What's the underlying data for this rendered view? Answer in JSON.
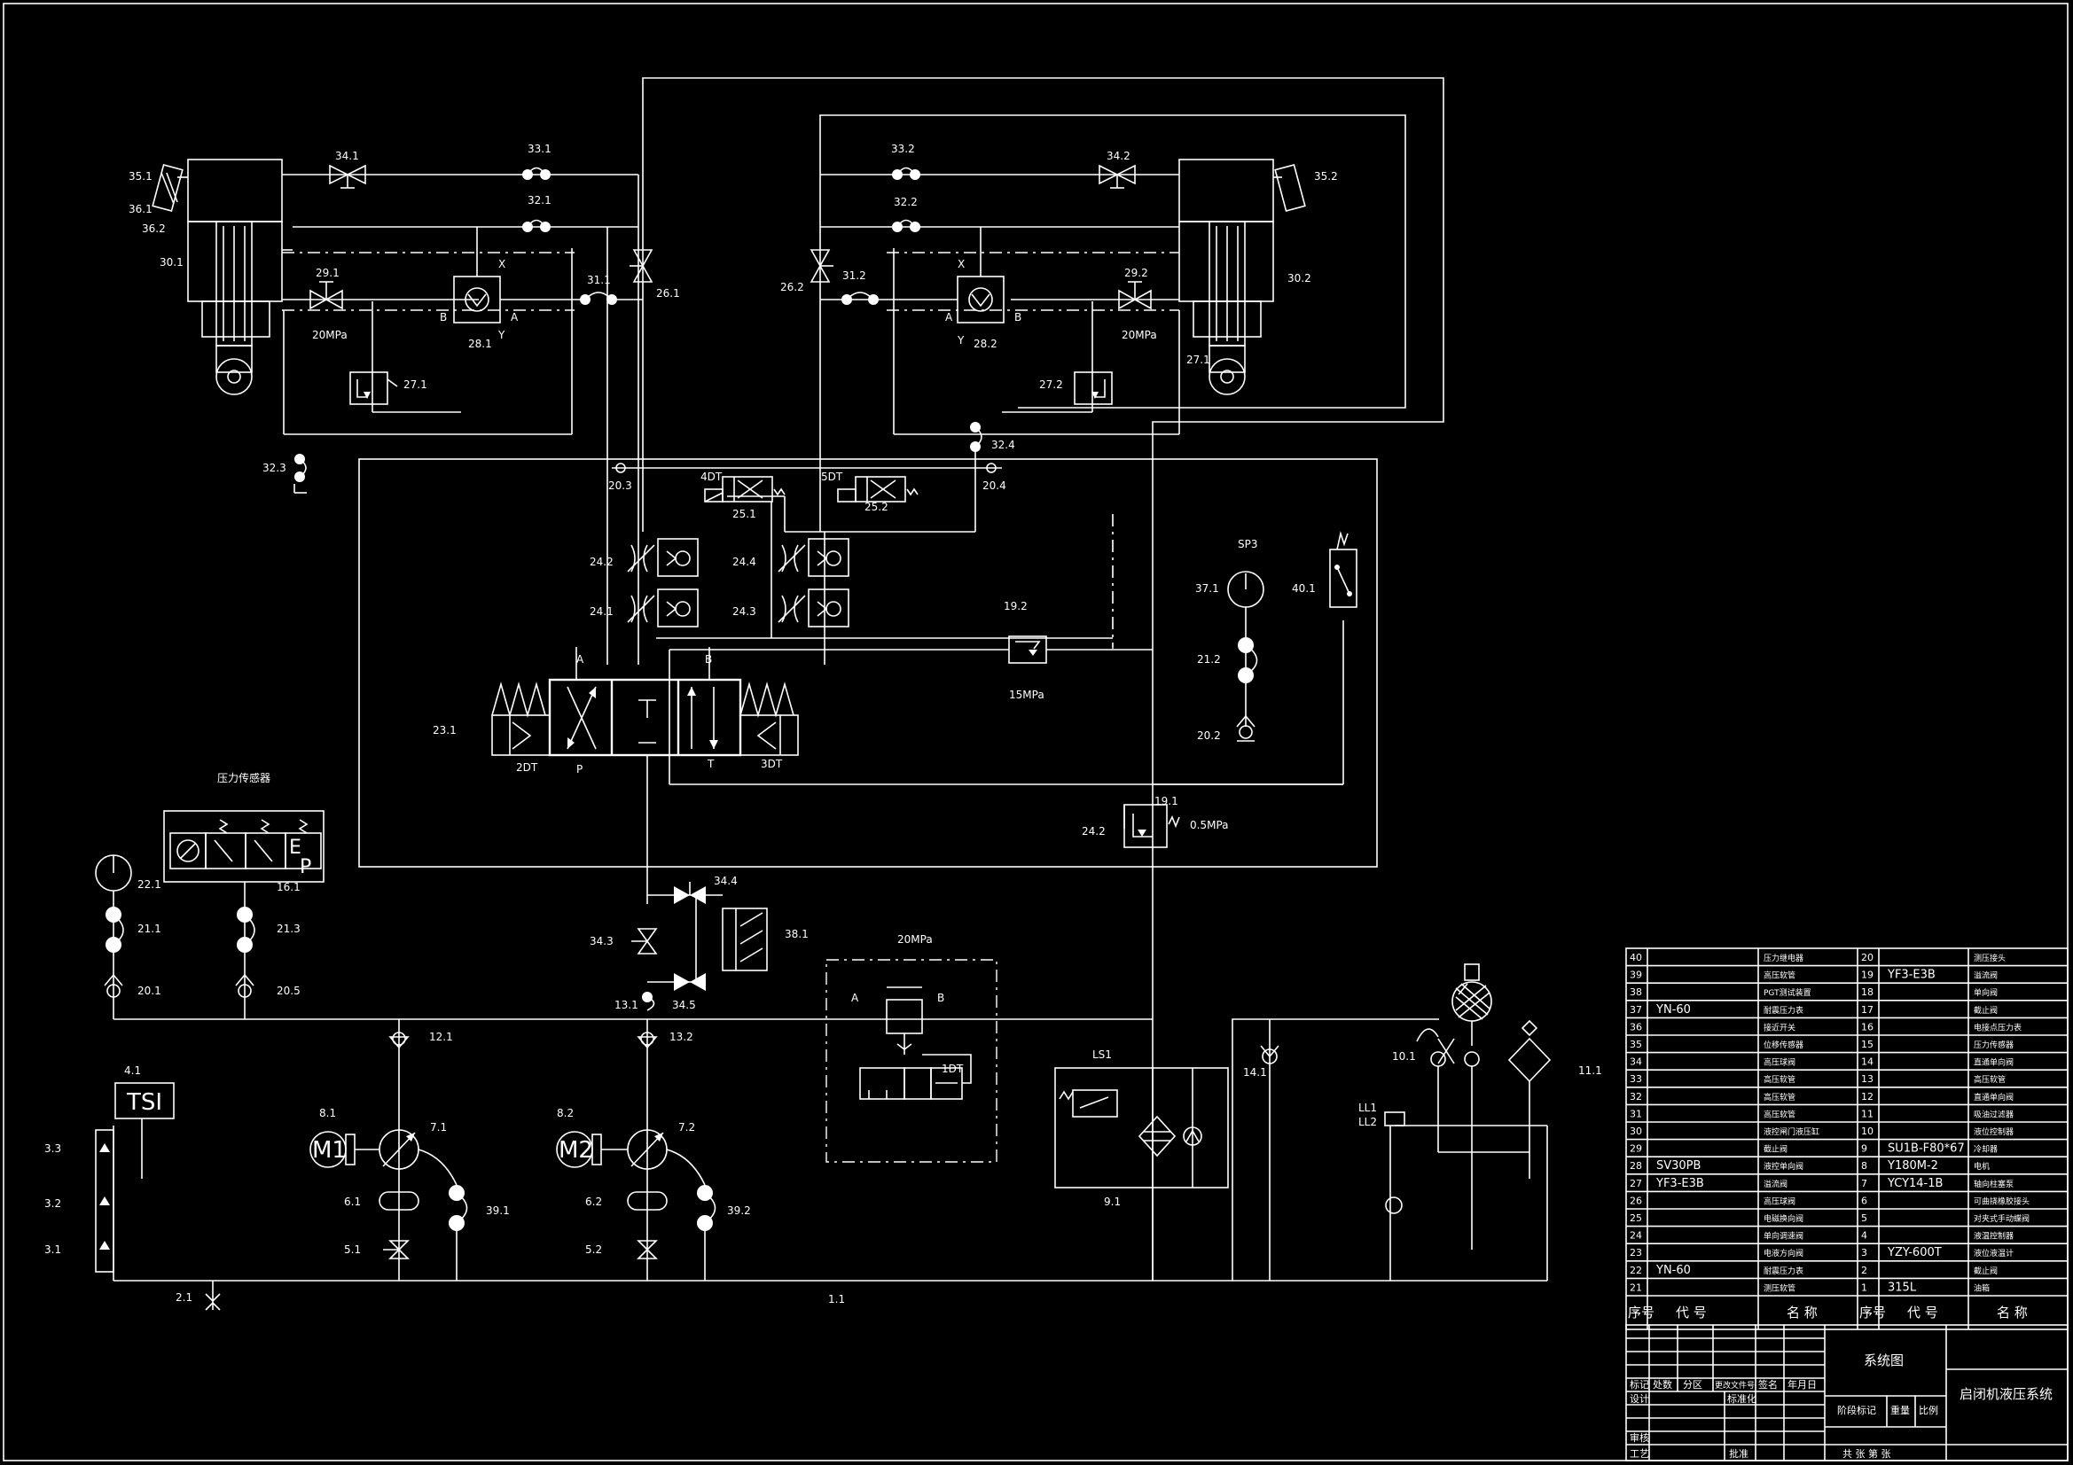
{
  "labels": {
    "l35_1": "35.1",
    "l36_1": "36.1",
    "l36_2": "36.2",
    "l30_1": "30.1",
    "l34_1": "34.1",
    "l33_1": "33.1",
    "l32_1": "32.1",
    "l29_1": "29.1",
    "l20MPa_l": "20MPa",
    "l27_1": "27.1",
    "l28_1": "28.1",
    "l31_1": "31.1",
    "l26_1": "26.1",
    "l32_3": "32.3",
    "l33_2": "33.2",
    "l34_2": "34.2",
    "l35_2": "35.2",
    "l32_2": "32.2",
    "l26_2": "26.2",
    "l31_2": "31.2",
    "l28_2": "28.2",
    "l29_2": "29.2",
    "l20MPa_r": "20MPa",
    "l27_2": "27.2",
    "l27_1b": "27.1",
    "l30_2": "30.2",
    "l32_4": "32.4",
    "l20_3": "20.3",
    "l20_4": "20.4",
    "l4DT": "4DT",
    "l5DT": "5DT",
    "l25_1": "25.1",
    "l25_2": "25.2",
    "l24_2": "24.2",
    "l24_1": "24.1",
    "l24_4": "24.4",
    "l24_3": "24.3",
    "l19_2": "19.2",
    "l15MPa": "15MPa",
    "lSP3": "SP3",
    "l37_1": "37.1",
    "l40_1": "40.1",
    "l21_2": "21.2",
    "l20_2": "20.2",
    "lA": "A",
    "lB": "B",
    "lP": "P",
    "lT": "T",
    "l2DT": "2DT",
    "l3DT": "3DT",
    "l23_1": "23.1",
    "l19_1": "19.1",
    "l05MPa": "0.5MPa",
    "l24_2b": "24.2",
    "lPressureSensor": "压力传感器",
    "l22_1": "22.1",
    "l16_1": "16.1",
    "l21_1": "21.1",
    "l21_3": "21.3",
    "l20_1": "20.1",
    "l20_5": "20.5",
    "lE": "E",
    "lPbox": "P",
    "l34_4": "34.4",
    "l34_3": "34.3",
    "l38_1": "38.1",
    "l13_1": "13.1",
    "l34_5": "34.5",
    "l20MPa_c": "20MPa",
    "lA2": "A",
    "lB2": "B",
    "l1DT": "1DT",
    "l12_1": "12.1",
    "l13_2": "13.2",
    "l7_1": "7.1",
    "l7_2": "7.2",
    "l8_1": "8.1",
    "l8_2": "8.2",
    "lM1": "M1",
    "lM2": "M2",
    "l6_1": "6.1",
    "l6_2": "6.2",
    "l5_1": "5.1",
    "l5_2": "5.2",
    "l39_1": "39.1",
    "l39_2": "39.2",
    "l4_1": "4.1",
    "lTSI": "TSI",
    "l3_3": "3.3",
    "l3_2": "3.2",
    "l3_1": "3.1",
    "l2_1": "2.1",
    "l1_1": "1.1",
    "lLS1": "LS1",
    "l9_1": "9.1",
    "l14_1": "14.1",
    "l10_1": "10.1",
    "l11_1": "11.1",
    "lLL1": "LL1",
    "lLL2": "LL2"
  },
  "parts_table": {
    "left_rows": [
      {
        "no": "40",
        "code": "",
        "name": "压力继电器"
      },
      {
        "no": "39",
        "code": "",
        "name": "高压软管"
      },
      {
        "no": "38",
        "code": "",
        "name": "PGT测试装置"
      },
      {
        "no": "37",
        "code": "YN-60",
        "name": "耐震压力表"
      },
      {
        "no": "36",
        "code": "",
        "name": "接近开关"
      },
      {
        "no": "35",
        "code": "",
        "name": "位移传感器"
      },
      {
        "no": "34",
        "code": "",
        "name": "高压球阀"
      },
      {
        "no": "33",
        "code": "",
        "name": "高压软管"
      },
      {
        "no": "32",
        "code": "",
        "name": "高压软管"
      },
      {
        "no": "31",
        "code": "",
        "name": "高压软管"
      },
      {
        "no": "30",
        "code": "",
        "name": "液控闸门液压缸"
      },
      {
        "no": "29",
        "code": "",
        "name": "截止阀"
      },
      {
        "no": "28",
        "code": "SV30PB",
        "name": "液控单向阀"
      },
      {
        "no": "27",
        "code": "YF3-E3B",
        "name": "溢流阀"
      },
      {
        "no": "26",
        "code": "",
        "name": "高压球阀"
      },
      {
        "no": "25",
        "code": "",
        "name": "电磁换向阀"
      },
      {
        "no": "24",
        "code": "",
        "name": "单向调速阀"
      },
      {
        "no": "23",
        "code": "",
        "name": "电液方向阀"
      },
      {
        "no": "22",
        "code": "YN-60",
        "name": "耐震压力表"
      },
      {
        "no": "21",
        "code": "",
        "name": "测压软管"
      }
    ],
    "right_rows": [
      {
        "no": "20",
        "code": "",
        "name": "测压接头"
      },
      {
        "no": "19",
        "code": "YF3-E3B",
        "name": "溢流阀"
      },
      {
        "no": "18",
        "code": "",
        "name": "单向阀"
      },
      {
        "no": "17",
        "code": "",
        "name": "截止阀"
      },
      {
        "no": "16",
        "code": "",
        "name": "电接点压力表"
      },
      {
        "no": "15",
        "code": "",
        "name": "压力传感器"
      },
      {
        "no": "14",
        "code": "",
        "name": "直通单向阀"
      },
      {
        "no": "13",
        "code": "",
        "name": "高压软管"
      },
      {
        "no": "12",
        "code": "",
        "name": "直通单向阀"
      },
      {
        "no": "11",
        "code": "",
        "name": "吸油过滤器"
      },
      {
        "no": "10",
        "code": "",
        "name": "液位控制器"
      },
      {
        "no": "9",
        "code": "SU1B-F80*67",
        "name": "冷却器"
      },
      {
        "no": "8",
        "code": "Y180M-2",
        "name": "电机"
      },
      {
        "no": "7",
        "code": "YCY14-1B",
        "name": "轴向柱塞泵"
      },
      {
        "no": "6",
        "code": "",
        "name": "可曲挠橡胶接头"
      },
      {
        "no": "5",
        "code": "",
        "name": "对夹式手动蝶阀"
      },
      {
        "no": "4",
        "code": "",
        "name": "液温控制器"
      },
      {
        "no": "3",
        "code": "YZY-600T",
        "name": "液位液温计"
      },
      {
        "no": "2",
        "code": "",
        "name": "截止阀"
      },
      {
        "no": "1",
        "code": "315L",
        "name": "油箱"
      }
    ],
    "header": {
      "no": "序号",
      "code": "代 号",
      "name": "名 称"
    }
  },
  "title_block": {
    "drawing_name": "系统图",
    "project": "启闭机液压系统",
    "row1": [
      "标记",
      "处数",
      "分区",
      "更改文件号",
      "签名",
      "年月日"
    ],
    "design": "设计",
    "standard": "标准化",
    "stage": "阶段标记",
    "weight": "重量",
    "scale": "比例",
    "review": "审核",
    "process": "工艺",
    "approve": "批准",
    "sheets": "共 张 第 张"
  },
  "colors": {
    "background": "#000000",
    "line": "#ffffff"
  }
}
